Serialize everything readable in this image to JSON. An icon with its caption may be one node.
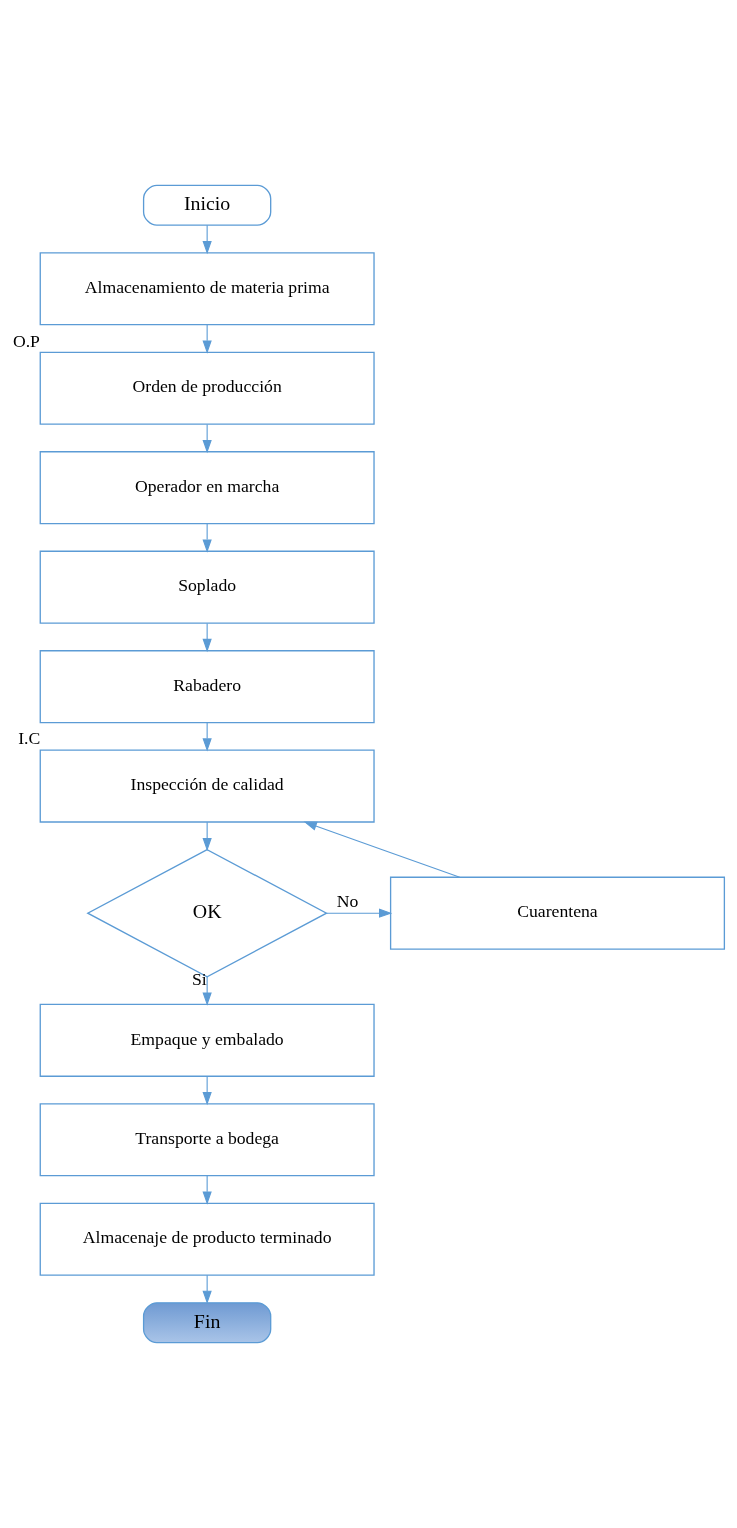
{
  "diagram": {
    "nodes": [
      {
        "text": [
          "Inicio"
        ]
      },
      {
        "text": [
          "Almacenamiento de materia prima"
        ]
      },
      {
        "text": [
          "Orden de producción"
        ],
        "beside": [
          "O.P"
        ]
      },
      {
        "text": [
          "Operador en marcha"
        ]
      },
      {
        "text": [
          "Soplado"
        ]
      },
      {
        "text": [
          "Rabadero"
        ]
      },
      {
        "text": [
          "Inspección de calidad"
        ],
        "beside": [
          "I.C"
        ]
      },
      {
        "text": [
          "OK"
        ]
      },
      {
        "text": [
          "Cuarentena"
        ]
      },
      {
        "text": [
          "Empaque y embalado"
        ]
      },
      {
        "text": [
          "Transporte a bodega"
        ]
      },
      {
        "text": [
          "Almacenaje de producto terminado"
        ]
      },
      {
        "text": [
          "Fin"
        ]
      }
    ],
    "edges": [
      {
        "from": 0,
        "to": 1,
        "arrow": "to"
      },
      {
        "from": 1,
        "to": 2,
        "arrow": "to"
      },
      {
        "from": 2,
        "to": 3,
        "arrow": "to"
      },
      {
        "from": 3,
        "to": 4,
        "arrow": "to"
      },
      {
        "from": 4,
        "to": 5,
        "arrow": "to"
      },
      {
        "from": 5,
        "to": 6,
        "arrow": "to"
      },
      {
        "from": 6,
        "to": 7,
        "arrow": "to"
      },
      {
        "from": 7,
        "to": 8,
        "arrow": "to",
        "label": "No"
      },
      {
        "from": 8,
        "to": 6,
        "arrow": "to"
      },
      {
        "from": 7,
        "to": 9,
        "arrow": "to",
        "label": "Si"
      },
      {
        "from": 9,
        "to": 10,
        "arrow": "to"
      },
      {
        "from": 10,
        "to": 11,
        "arrow": "to"
      },
      {
        "from": 11,
        "to": 12,
        "arrow": "to"
      }
    ]
  }
}
